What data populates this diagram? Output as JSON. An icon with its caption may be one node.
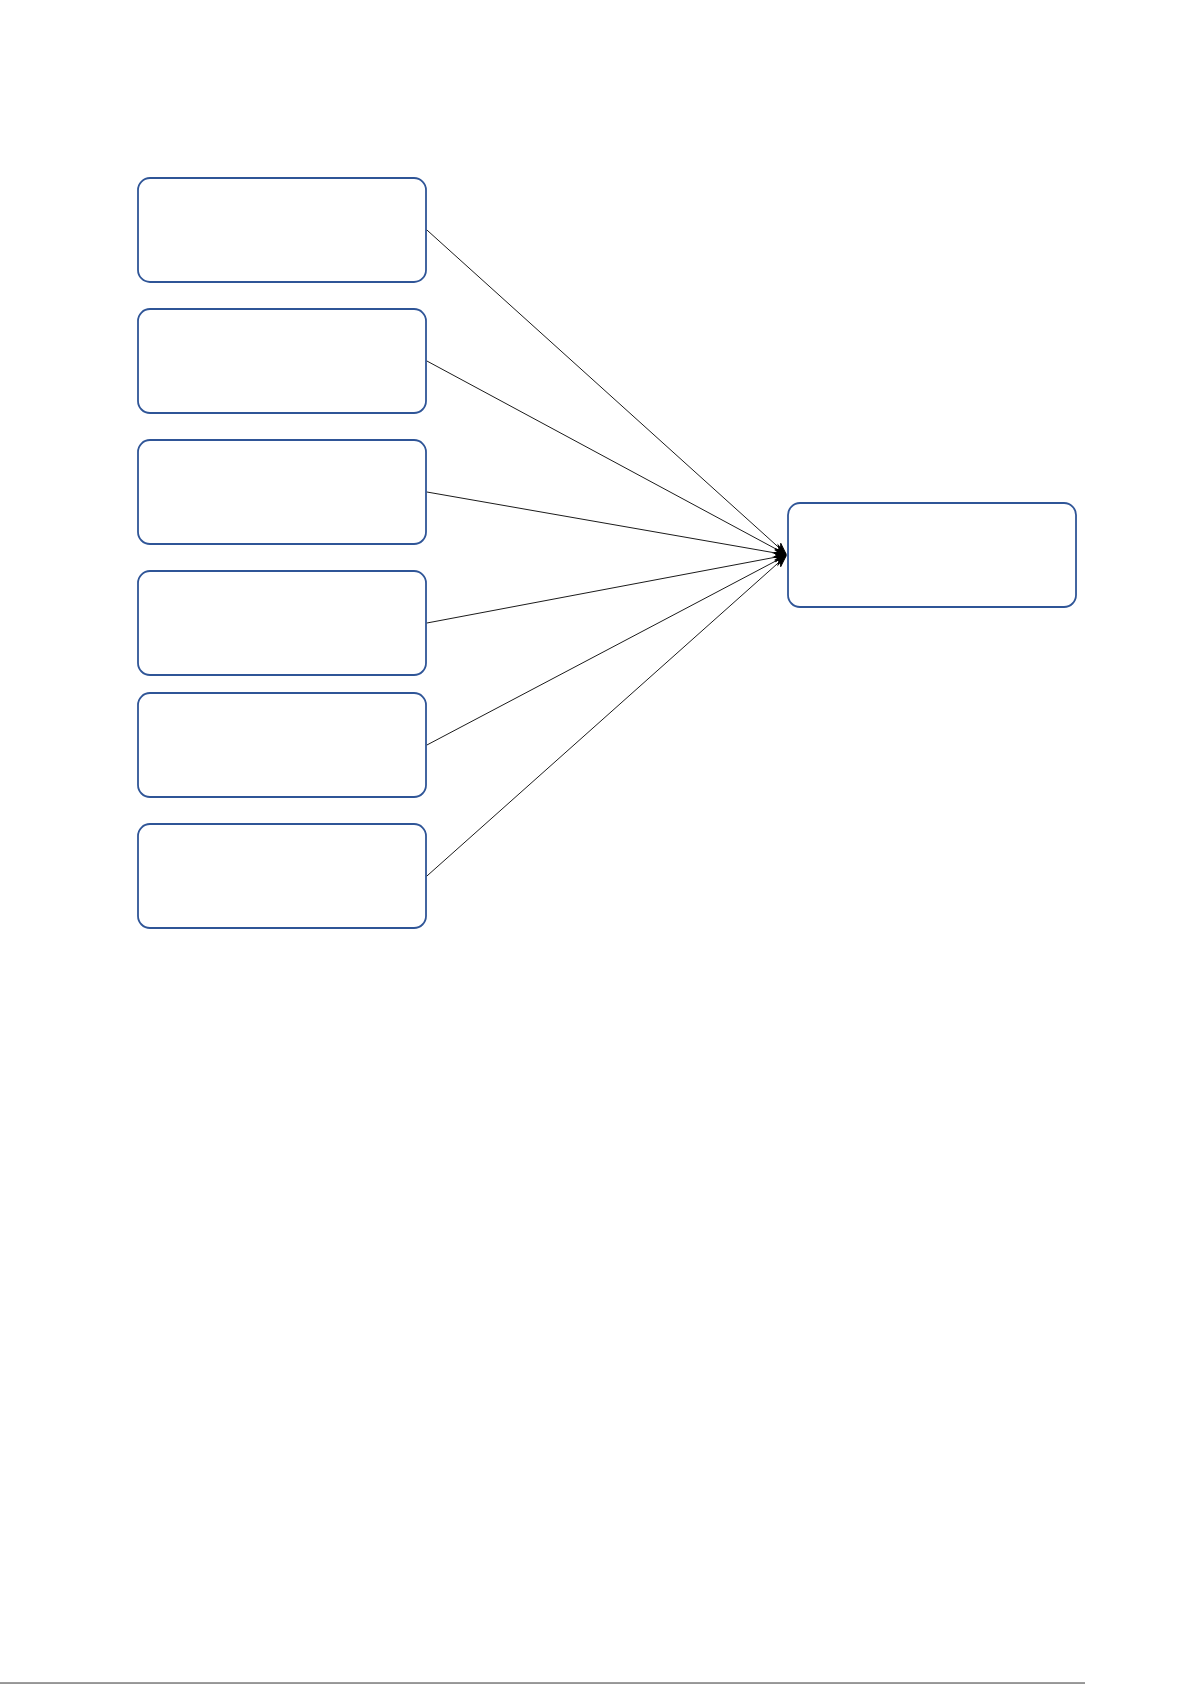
{
  "diagram": {
    "nodes": [
      {
        "text": [],
        "shape": "box"
      },
      {
        "text": [],
        "shape": "box"
      },
      {
        "text": [],
        "shape": "box"
      },
      {
        "text": [],
        "shape": "box"
      },
      {
        "text": [],
        "shape": "box"
      },
      {
        "text": [],
        "shape": "box"
      },
      {
        "text": [],
        "shape": "box"
      }
    ],
    "edges": [
      {
        "from": 0,
        "to": 6,
        "arrow": "to"
      },
      {
        "from": 1,
        "to": 6,
        "arrow": "to"
      },
      {
        "from": 2,
        "to": 6,
        "arrow": "to"
      },
      {
        "from": 3,
        "to": 6,
        "arrow": "to"
      },
      {
        "from": 4,
        "to": 6,
        "arrow": "to"
      },
      {
        "from": 5,
        "to": 6,
        "arrow": "to"
      }
    ]
  }
}
